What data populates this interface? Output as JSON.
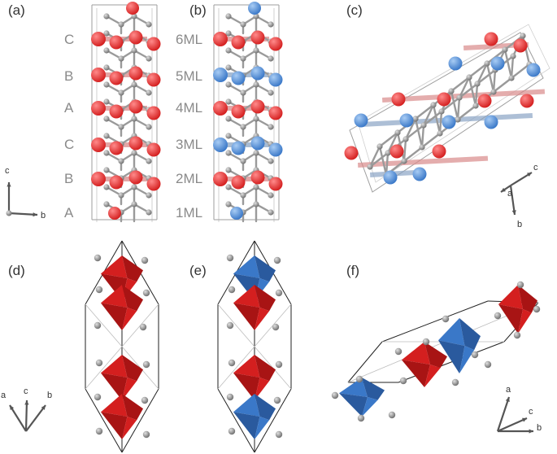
{
  "colors": {
    "red_atom": "#d41f1f",
    "blue_atom": "#3a78c8",
    "gray_atom": "#8c8c8c",
    "bond": "#9a9a9a",
    "red_plane": "#d88a8a",
    "blue_plane": "#8aa4c4",
    "cell_line": "#9e9e9e",
    "label_gray": "#8a8a8a"
  },
  "panels": {
    "a": "(a)",
    "b": "(b)",
    "c": "(c)",
    "d": "(d)",
    "e": "(e)",
    "f": "(f)"
  },
  "stacking": [
    "C",
    "B",
    "A",
    "C",
    "B",
    "A"
  ],
  "monolayers": [
    "6ML",
    "5ML",
    "4ML",
    "3ML",
    "2ML",
    "1ML"
  ],
  "axes": {
    "a_panel": {
      "c": "c",
      "b": "b"
    },
    "c_panel": {
      "c": "c",
      "a": "a",
      "b": "b"
    },
    "d_panel": {
      "a": "a",
      "c": "c",
      "b": "b"
    },
    "f_panel": {
      "a": "a",
      "c": "c",
      "b": "b"
    }
  }
}
